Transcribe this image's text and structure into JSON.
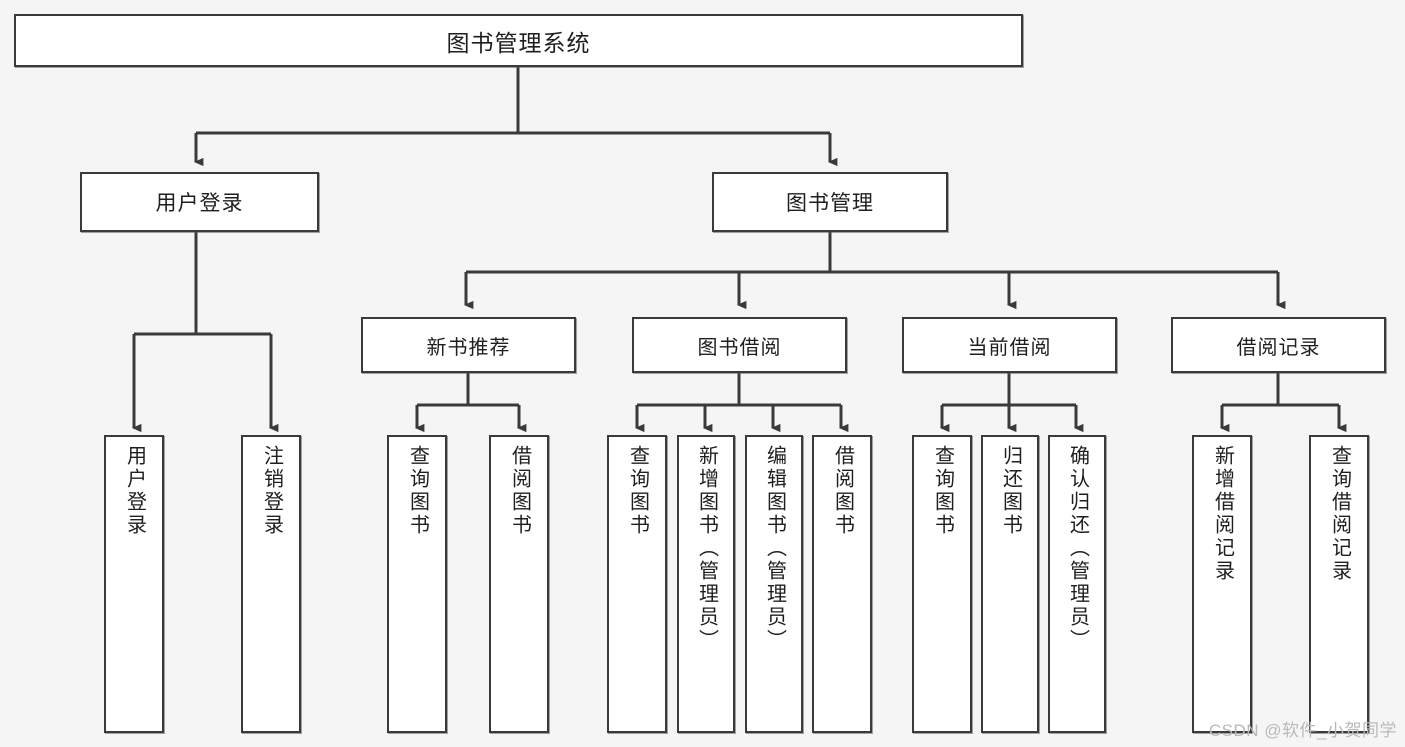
{
  "diagram": {
    "title": "图书管理系统",
    "type": "tree-hierarchy-diagram",
    "watermark": "CSDN @软件_小贺同学",
    "colors": {
      "stroke": "#3a3a3a",
      "box_fill": "#ffffff",
      "text": "#1f1f1f",
      "background": "#f5f5f5",
      "watermark": "#b9b9b9"
    },
    "root": {
      "label": "图书管理系统"
    },
    "level1": [
      {
        "id": "user-login",
        "label": "用户登录"
      },
      {
        "id": "book-manage",
        "label": "图书管理"
      }
    ],
    "level2": [
      {
        "id": "new-book-recommend",
        "label": "新书推荐",
        "parent": "book-manage"
      },
      {
        "id": "book-borrow",
        "label": "图书借阅",
        "parent": "book-manage"
      },
      {
        "id": "current-borrow",
        "label": "当前借阅",
        "parent": "book-manage"
      },
      {
        "id": "borrow-record",
        "label": "借阅记录",
        "parent": "book-manage"
      }
    ],
    "leaves": {
      "user_login": [
        {
          "id": "leaf-user-login",
          "label": "用户登录"
        },
        {
          "id": "leaf-user-logout",
          "label": "注销登录"
        }
      ],
      "new_book_recommend": [
        {
          "id": "leaf-query-book-1",
          "label": "查询图书"
        },
        {
          "id": "leaf-borrow-book-1",
          "label": "借阅图书"
        }
      ],
      "book_borrow": [
        {
          "id": "leaf-query-book-2",
          "label": "查询图书"
        },
        {
          "id": "leaf-add-book",
          "label": "新增图书（管理员）"
        },
        {
          "id": "leaf-edit-book",
          "label": "编辑图书（管理员）"
        },
        {
          "id": "leaf-borrow-book-2",
          "label": "借阅图书"
        }
      ],
      "current_borrow": [
        {
          "id": "leaf-query-book-3",
          "label": "查询图书"
        },
        {
          "id": "leaf-return-book",
          "label": "归还图书"
        },
        {
          "id": "leaf-confirm-return",
          "label": "确认归还（管理员）"
        }
      ],
      "borrow_record": [
        {
          "id": "leaf-add-record",
          "label": "新增借阅记录"
        },
        {
          "id": "leaf-query-record",
          "label": "查询借阅记录"
        }
      ]
    }
  }
}
